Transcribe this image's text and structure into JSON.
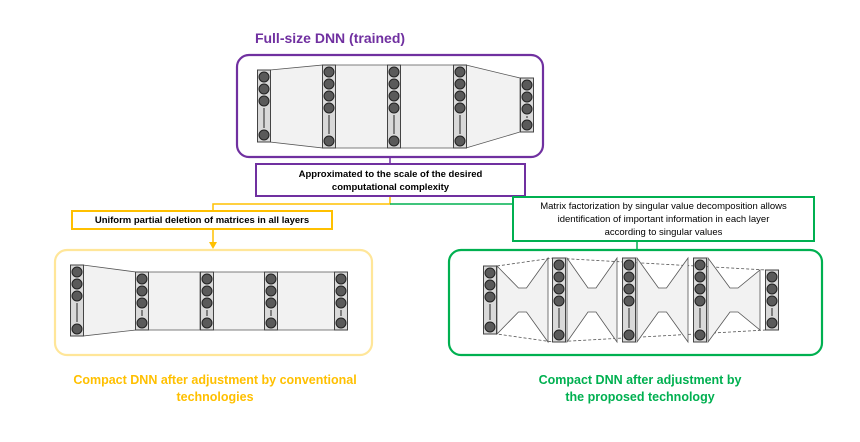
{
  "top": {
    "title": "Full-size DNN (trained)",
    "title_color": "#7030A0"
  },
  "middle_note": {
    "text_line1": "Approximated to the scale of the desired",
    "text_line2": "computational complexity",
    "border_color": "#7030A0"
  },
  "left": {
    "note": "Uniform partial deletion of matrices in all layers",
    "caption_line1": "Compact DNN after adjustment by conventional",
    "caption_line2": "technologies",
    "color": "#FFC000"
  },
  "right": {
    "note_line1": "Matrix factorization by singular value decomposition allows",
    "note_line2": "identification of important information in each layer",
    "note_line3": "according to singular values",
    "caption_line1": "Compact DNN after adjustment by",
    "caption_line2": "the proposed technology",
    "color": "#00B050"
  },
  "colors": {
    "neuron_fill": "#5a5a5a",
    "layer_fill": "#d9d9d9",
    "connection_fill": "#f2f2f2"
  }
}
